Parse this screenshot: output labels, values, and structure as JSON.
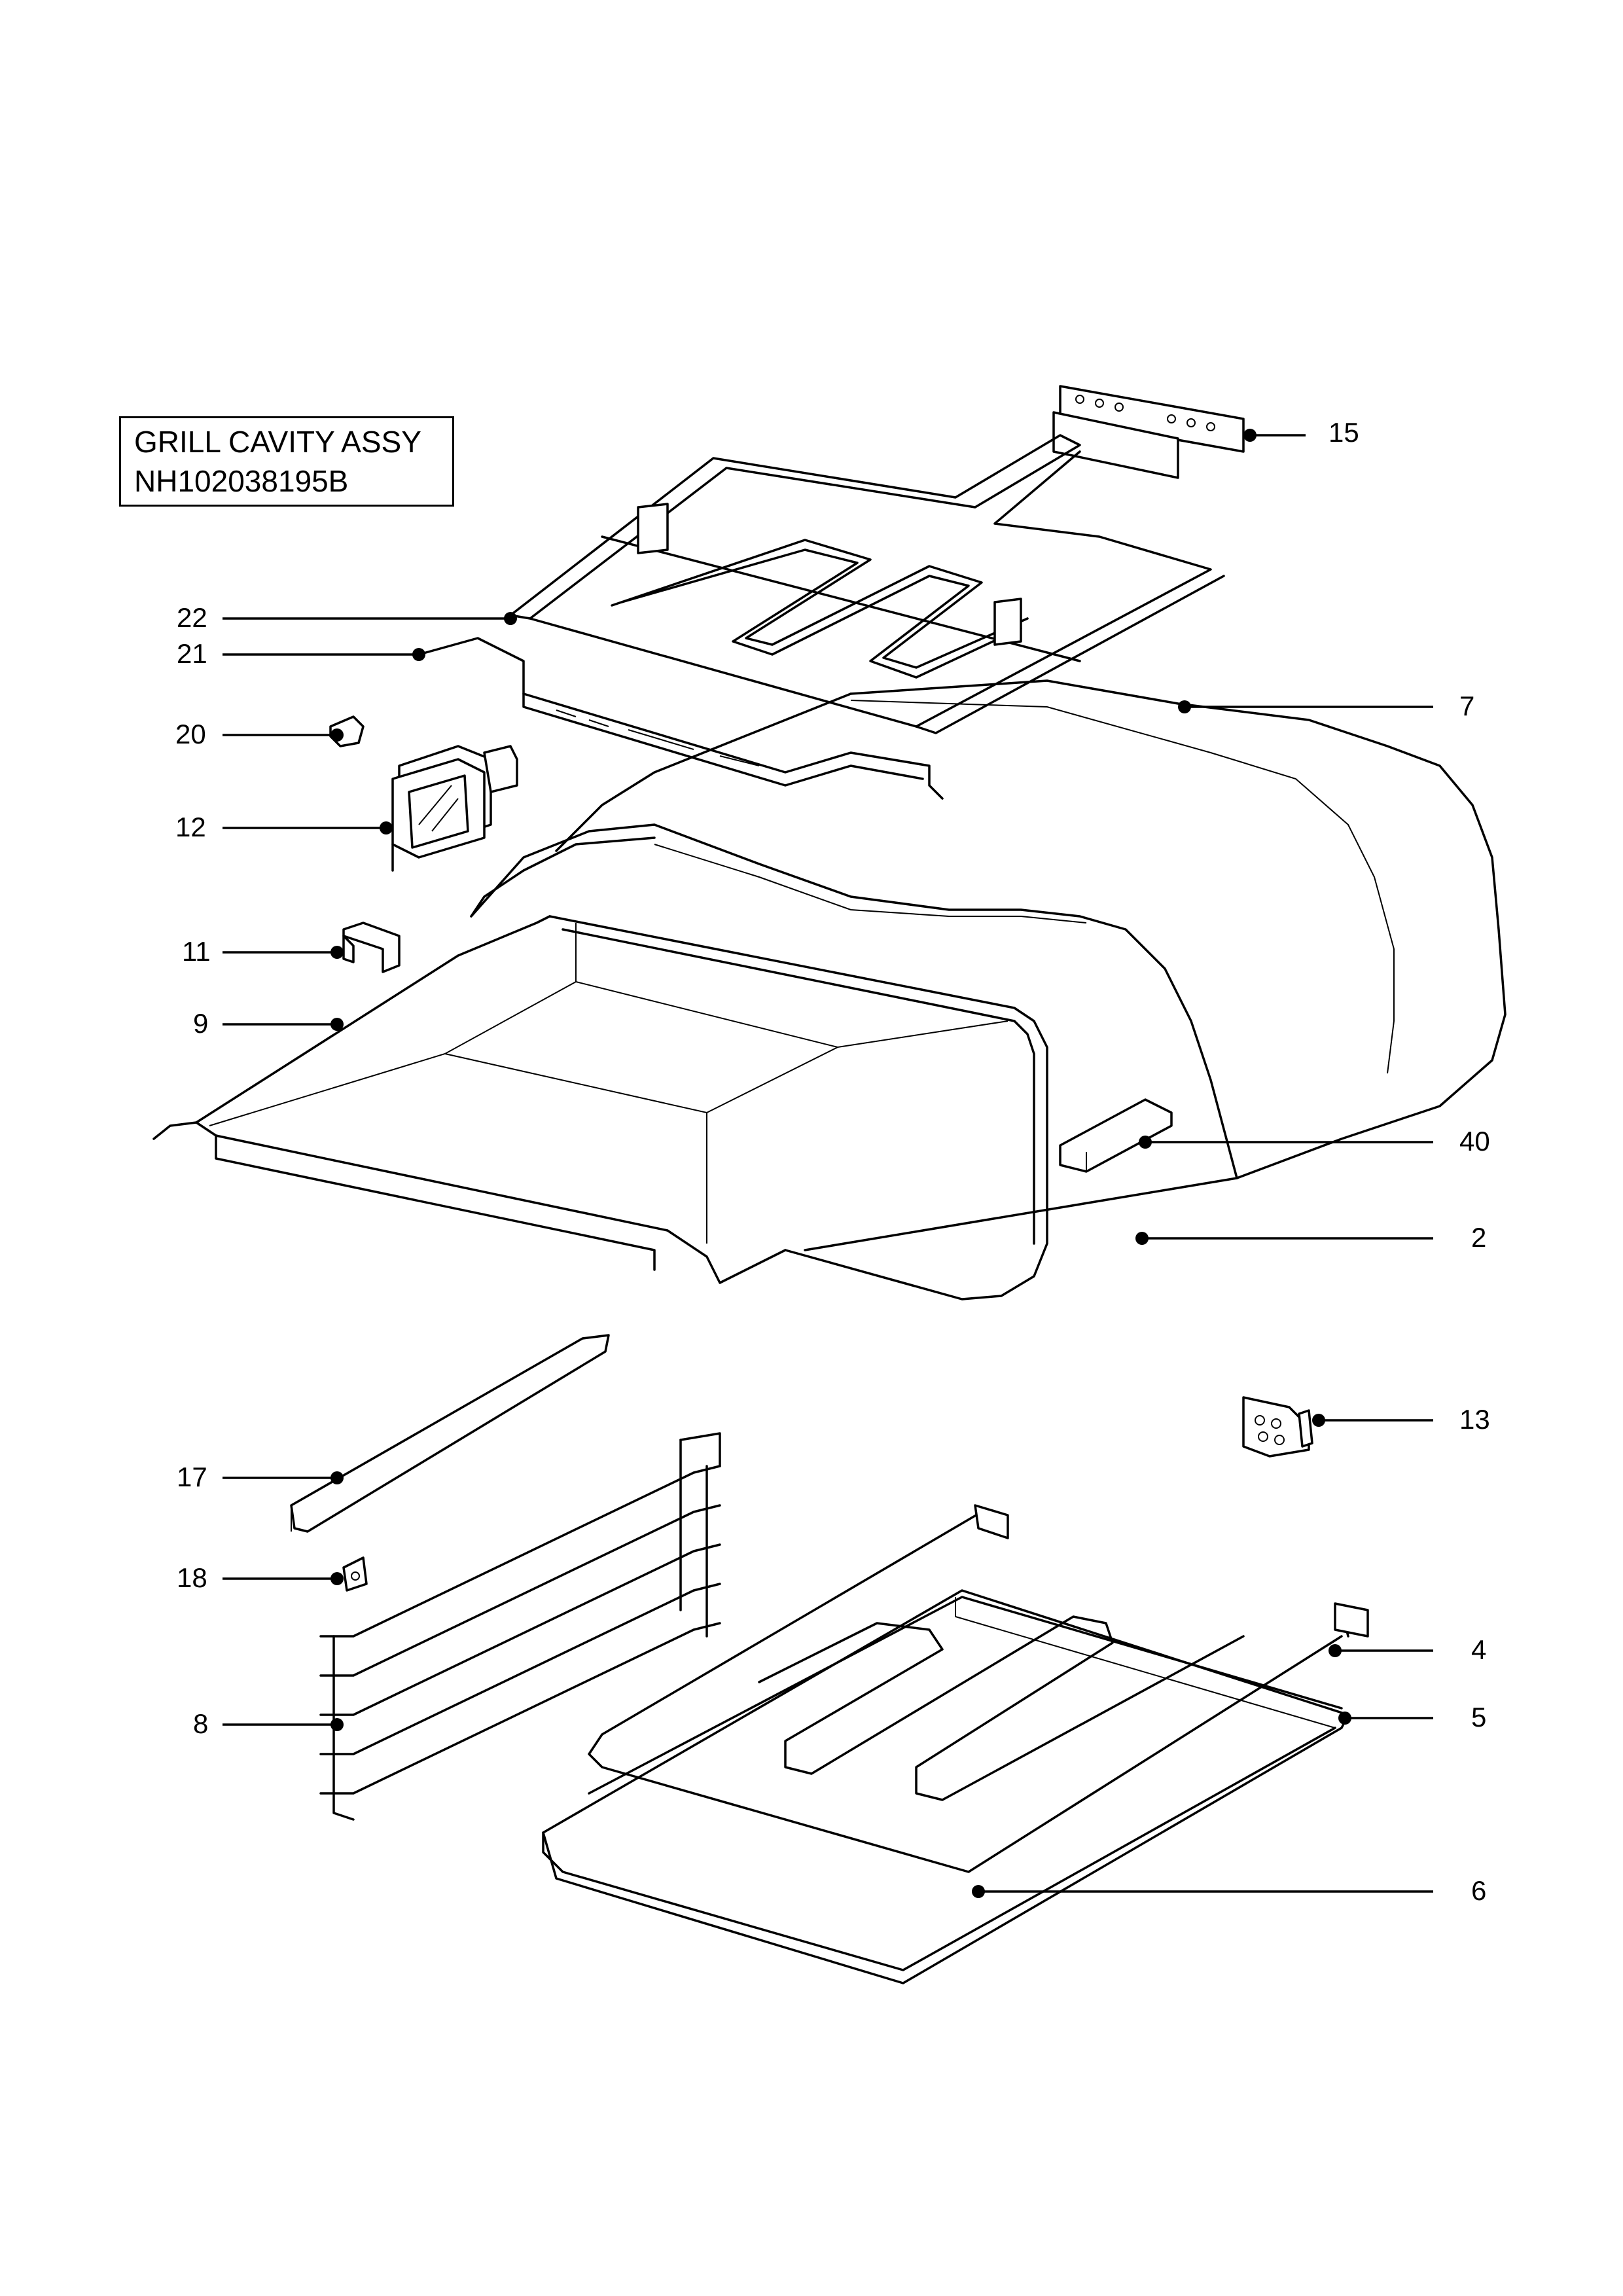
{
  "title": {
    "line1": "GRILL CAVITY ASSY",
    "line2": "NH102038195B"
  },
  "callouts": [
    {
      "id": "c15",
      "label": "15"
    },
    {
      "id": "c22",
      "label": "22"
    },
    {
      "id": "c21",
      "label": "21"
    },
    {
      "id": "c7",
      "label": "7"
    },
    {
      "id": "c20",
      "label": "20"
    },
    {
      "id": "c12",
      "label": "12"
    },
    {
      "id": "c11",
      "label": "11"
    },
    {
      "id": "c9",
      "label": "9"
    },
    {
      "id": "c40",
      "label": "40"
    },
    {
      "id": "c2",
      "label": "2"
    },
    {
      "id": "c13",
      "label": "13"
    },
    {
      "id": "c17",
      "label": "17"
    },
    {
      "id": "c18",
      "label": "18"
    },
    {
      "id": "c4",
      "label": "4"
    },
    {
      "id": "c8",
      "label": "8"
    },
    {
      "id": "c5",
      "label": "5"
    },
    {
      "id": "c6",
      "label": "6"
    }
  ]
}
